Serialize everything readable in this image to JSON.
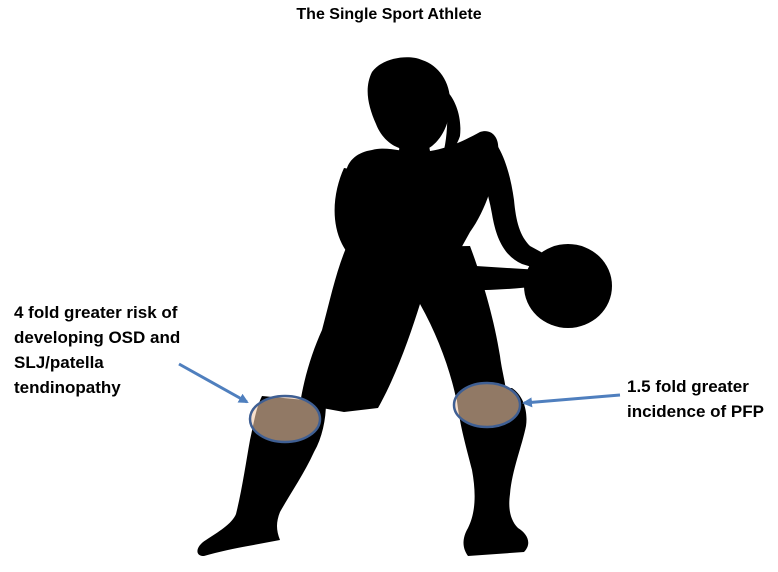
{
  "title": "The Single Sport Athlete",
  "annotations": {
    "left": {
      "lines": [
        "4 fold greater risk of",
        "developing OSD and",
        "SLJ/patella",
        "tendinopathy"
      ]
    },
    "right": {
      "lines": [
        "1.5 fold greater",
        "incidence of PFP"
      ]
    }
  },
  "colors": {
    "silhouette": "#000000",
    "knee_fill": "#f2c9a8",
    "knee_outline": "#3f5f93",
    "arrow": "#4f7fbe"
  }
}
